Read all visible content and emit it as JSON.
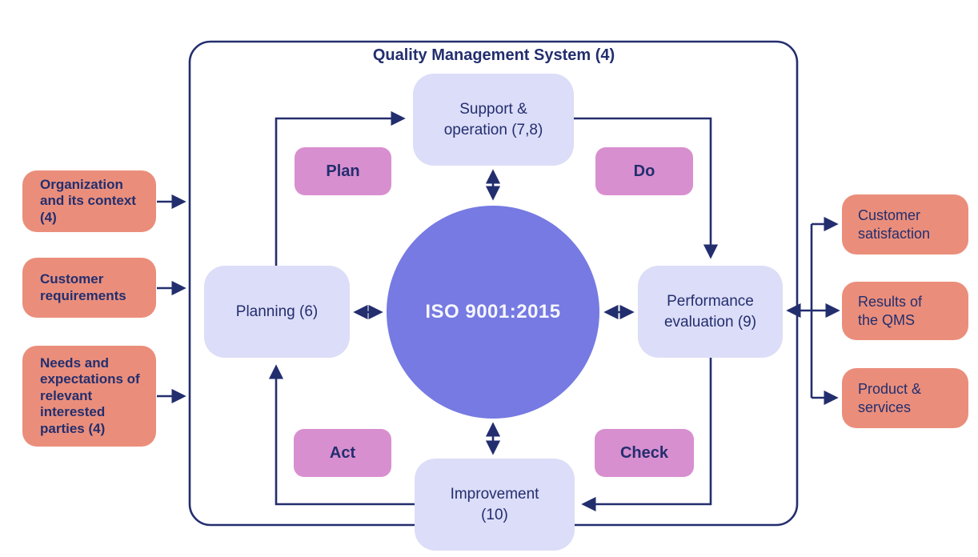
{
  "diagram": {
    "title": "Quality Management System (4)",
    "center_label": "ISO 9001:2015",
    "process_boxes": {
      "support": "Support & operation (7,8)",
      "planning": "Planning (6)",
      "performance": "Performance evaluation (9)",
      "improvement": "Improvement (10)"
    },
    "pdca": {
      "plan": "Plan",
      "do": "Do",
      "check": "Check",
      "act": "Act"
    },
    "inputs": [
      "Organization and its context (4)",
      "Customer requirements",
      "Needs and expectations of relevant interested parties (4)"
    ],
    "outputs": [
      "Customer satisfaction",
      "Results of the QMS",
      "Product & services"
    ],
    "colors": {
      "navy": "#232e6e",
      "lavender": "#dcddf8",
      "circle_blue": "#767ae2",
      "pink": "#d88fcf",
      "salmon": "#ea8e7b"
    }
  }
}
